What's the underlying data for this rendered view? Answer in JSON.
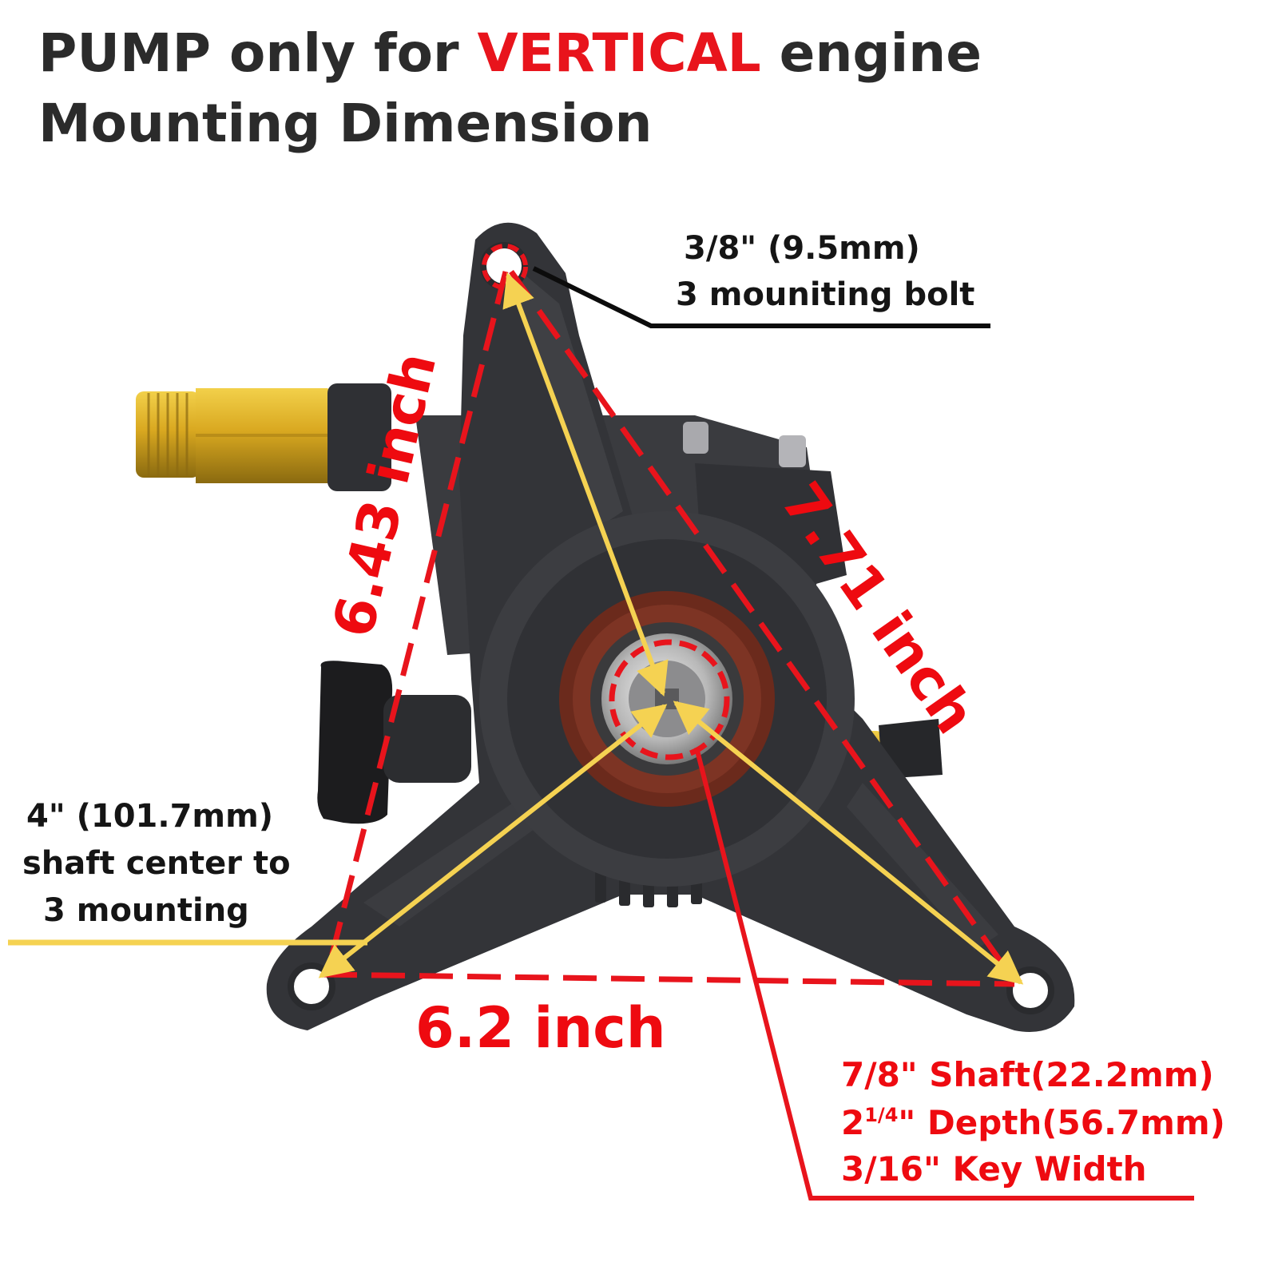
{
  "header": {
    "line1_prefix": "PUMP only for ",
    "line1_highlight": "VERTICAL",
    "line1_suffix": " engine",
    "line2": "Mounting Dimension"
  },
  "bolt_callout": {
    "size": "3/8\"  (9.5mm)",
    "description": "3 mouniting bolt"
  },
  "dimensions": {
    "left_side": "6.43 inch",
    "right_side": "7.71 inch",
    "bottom_side": "6.2 inch"
  },
  "radius_callout": {
    "line1": "4\" (101.7mm)",
    "line2": "shaft center to",
    "line3": "3 mounting"
  },
  "shaft_callout": {
    "shaft": "7/8\" Shaft(22.2mm)",
    "depth_whole": "2",
    "depth_fraction": "1/4",
    "depth_rest": "\" Depth(56.7mm)",
    "key": "3/16\" Key Width"
  },
  "colors": {
    "accent_red": "#e8141c",
    "arrow_yellow": "#f5d252",
    "pump_body": "#333438",
    "brass": "#d9b02a"
  }
}
